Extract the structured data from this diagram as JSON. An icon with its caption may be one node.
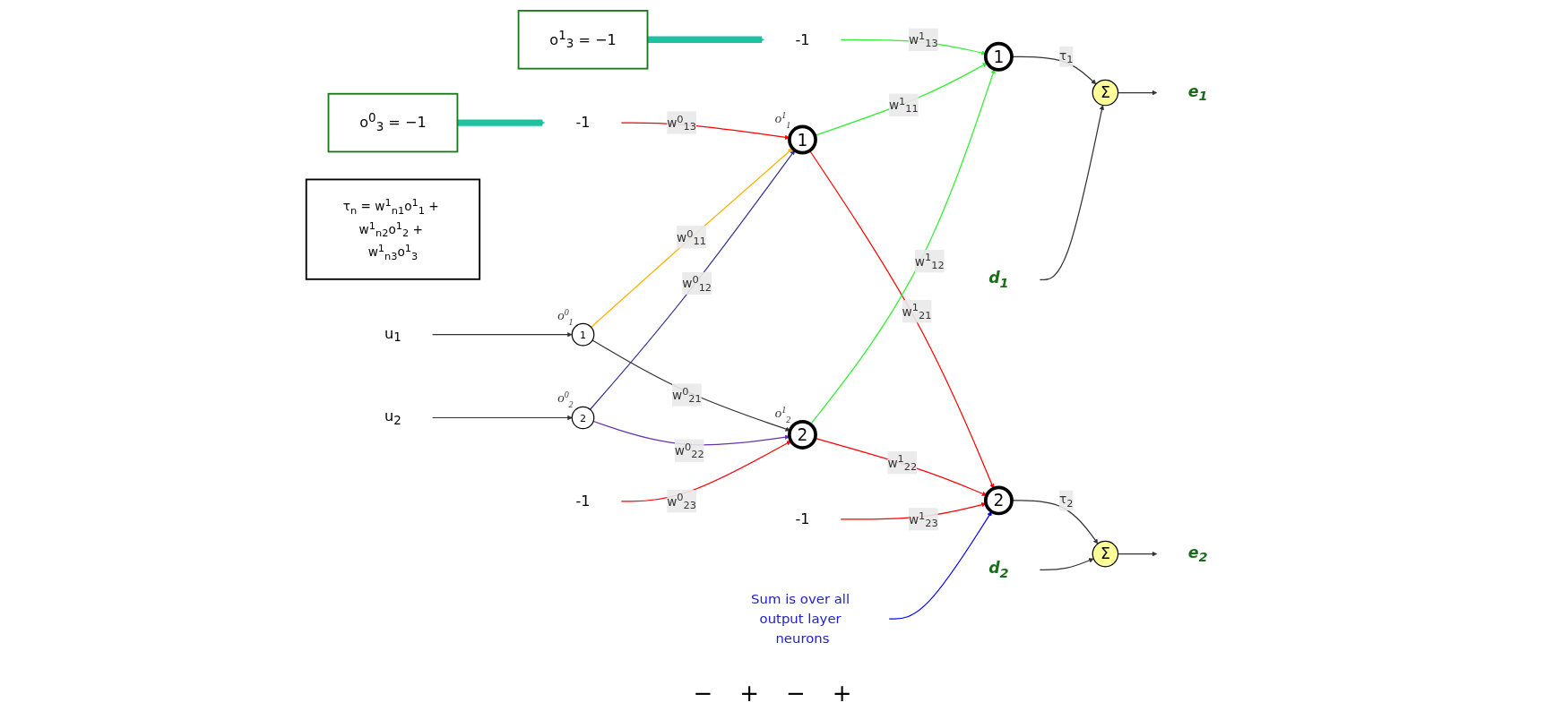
{
  "diagram": {
    "nodes": [
      {
        "text": [
          "o$^{0}$$_{3}$ = −1"
        ]
      },
      {
        "text": [
          "-1"
        ]
      },
      {
        "text": [
          "o$^{1}$$_{3}$ = −1"
        ]
      },
      {
        "text": [
          "-1"
        ]
      },
      {
        "text": [
          "τ$_{n}$ = w$^{1}$$_{n1}$o$^{1}$$_{1}$ + w$^{1}$$_{n2}$o$^{1}$$_{2}$ + w$^{1}$$_{n3}$o$^{1}$$_{3}$"
        ]
      },
      {
        "text": [
          "u$_{1}$"
        ]
      },
      {
        "text": [
          "1"
        ],
        "beside": [
          "o$^{0}$$_{1}$"
        ]
      },
      {
        "text": [
          "1"
        ],
        "beside": [
          "o$^{1}$$_{1}$"
        ]
      },
      {
        "text": [
          "1"
        ]
      },
      {
        "text": [
          "Σ"
        ]
      },
      {
        "text": [
          "d$_{1}$"
        ]
      },
      {
        "text": [
          "-1"
        ]
      },
      {
        "text": [
          "-1"
        ]
      },
      {
        "text": [
          "u$_{2}$"
        ]
      },
      {
        "text": [
          "2"
        ],
        "beside": [
          "o$^{0}$$_{2}$"
        ]
      },
      {
        "text": [
          "2"
        ],
        "beside": [
          "o$^{1}$$_{2}$"
        ]
      },
      {
        "text": [
          "2"
        ]
      },
      {
        "text": [
          "Σ"
        ]
      },
      {
        "text": [
          "d$_{2}$"
        ]
      },
      {
        "text": [
          "e$_{2}$"
        ]
      },
      {
        "text": [
          "e$_{1}$"
        ]
      },
      {
        "text": [
          "Sum is over all output layer neurons"
        ]
      }
    ],
    "edges": [
      {
        "from": 0,
        "to": 1,
        "arrow": "to",
        "style": "thick",
        "color": "#20c0a0"
      },
      {
        "from": 2,
        "to": 3,
        "arrow": "to",
        "style": "thick",
        "color": "#20c0a0"
      },
      {
        "from": 1,
        "to": 7,
        "arrow": "to",
        "label": "w$^{0}$$_{13}$",
        "color": "#ff0000"
      },
      {
        "from": 3,
        "to": 8,
        "arrow": "to",
        "label": "w$^{1}$$_{13}$",
        "color": "#33ee33"
      },
      {
        "from": 5,
        "to": 6,
        "arrow": "to"
      },
      {
        "from": 6,
        "to": 7,
        "arrow": "to",
        "label": "w$^{0}$$_{11}$",
        "color": "#ffb000"
      },
      {
        "from": 6,
        "to": 15,
        "arrow": "to",
        "label": "w$^{0}$$_{21}$"
      },
      {
        "from": 14,
        "to": 7,
        "arrow": "to",
        "label": "w$^{0}$$_{12}$",
        "color": "#333399"
      },
      {
        "from": 14,
        "to": 15,
        "arrow": "to",
        "label": "w$^{0}$$_{22}$",
        "color": "#6633aa"
      },
      {
        "from": 7,
        "to": 8,
        "arrow": "to",
        "label": "w$^{1}$$_{11}$",
        "color": "#33ee33"
      },
      {
        "from": 7,
        "to": 16,
        "arrow": "to",
        "label": "w$^{1}$$_{21}$",
        "color": "#ff0000"
      },
      {
        "from": 15,
        "to": 8,
        "arrow": "to",
        "label": "w$^{1}$$_{12}$",
        "color": "#33ee33"
      },
      {
        "from": 15,
        "to": 16,
        "arrow": "to",
        "label": "w$^{1}$$_{22}$",
        "color": "#ff0000"
      },
      {
        "from": 11,
        "to": 15,
        "arrow": "to",
        "label": "w$^{0}$$_{23}$",
        "color": "#ff0000"
      },
      {
        "from": 12,
        "to": 16,
        "arrow": "to",
        "label": "w$^{1}$$_{23}$",
        "color": "#ff0000"
      },
      {
        "from": 13,
        "to": 14,
        "arrow": "to"
      },
      {
        "from": 8,
        "to": 9,
        "arrow": "to",
        "label": "τ$_{1}$"
      },
      {
        "from": 10,
        "to": 9,
        "arrow": "to"
      },
      {
        "from": 16,
        "to": 17,
        "arrow": "to",
        "label": "τ$_{2}$"
      },
      {
        "from": 18,
        "to": 17,
        "arrow": "to"
      },
      {
        "from": 9,
        "to": 20,
        "arrow": "to"
      },
      {
        "from": 17,
        "to": 19,
        "arrow": "to"
      },
      {
        "from": 21,
        "to": 16,
        "arrow": "to",
        "color": "#0000ff"
      }
    ],
    "labels": [
      "−",
      "+",
      "−",
      "+"
    ]
  }
}
